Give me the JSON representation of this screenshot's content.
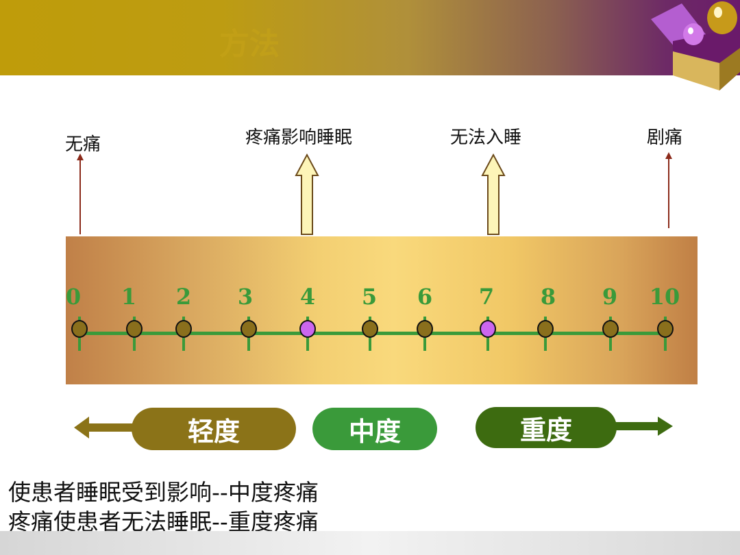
{
  "header": {
    "title": "方法"
  },
  "scale_labels": [
    {
      "label": "无痛",
      "arrow": "thin-arrow"
    },
    {
      "label": "疼痛影响睡眠",
      "arrow": "hollow-arrow"
    },
    {
      "label": "无法入睡",
      "arrow": "hollow-arrow"
    },
    {
      "label": "剧痛",
      "arrow": "thin-arrow"
    }
  ],
  "scale": {
    "numbers": [
      "0",
      "1",
      "2",
      "3",
      "4",
      "5",
      "6",
      "7",
      "8",
      "9",
      "10"
    ],
    "highlighted": [
      4,
      7
    ],
    "colors": {
      "normal": "#8a6f1c",
      "highlight": "#cc66ee",
      "line": "#3a9a3a"
    }
  },
  "severity": [
    {
      "label": "轻度",
      "color": "#8b7318"
    },
    {
      "label": "中度",
      "color": "#3a9a3a"
    },
    {
      "label": "重度",
      "color": "#3d6b10"
    }
  ],
  "footer": {
    "line1": "使患者睡眠受到影响--中度疼痛",
    "line2": "疼痛使患者无法睡眠--重度疼痛"
  }
}
